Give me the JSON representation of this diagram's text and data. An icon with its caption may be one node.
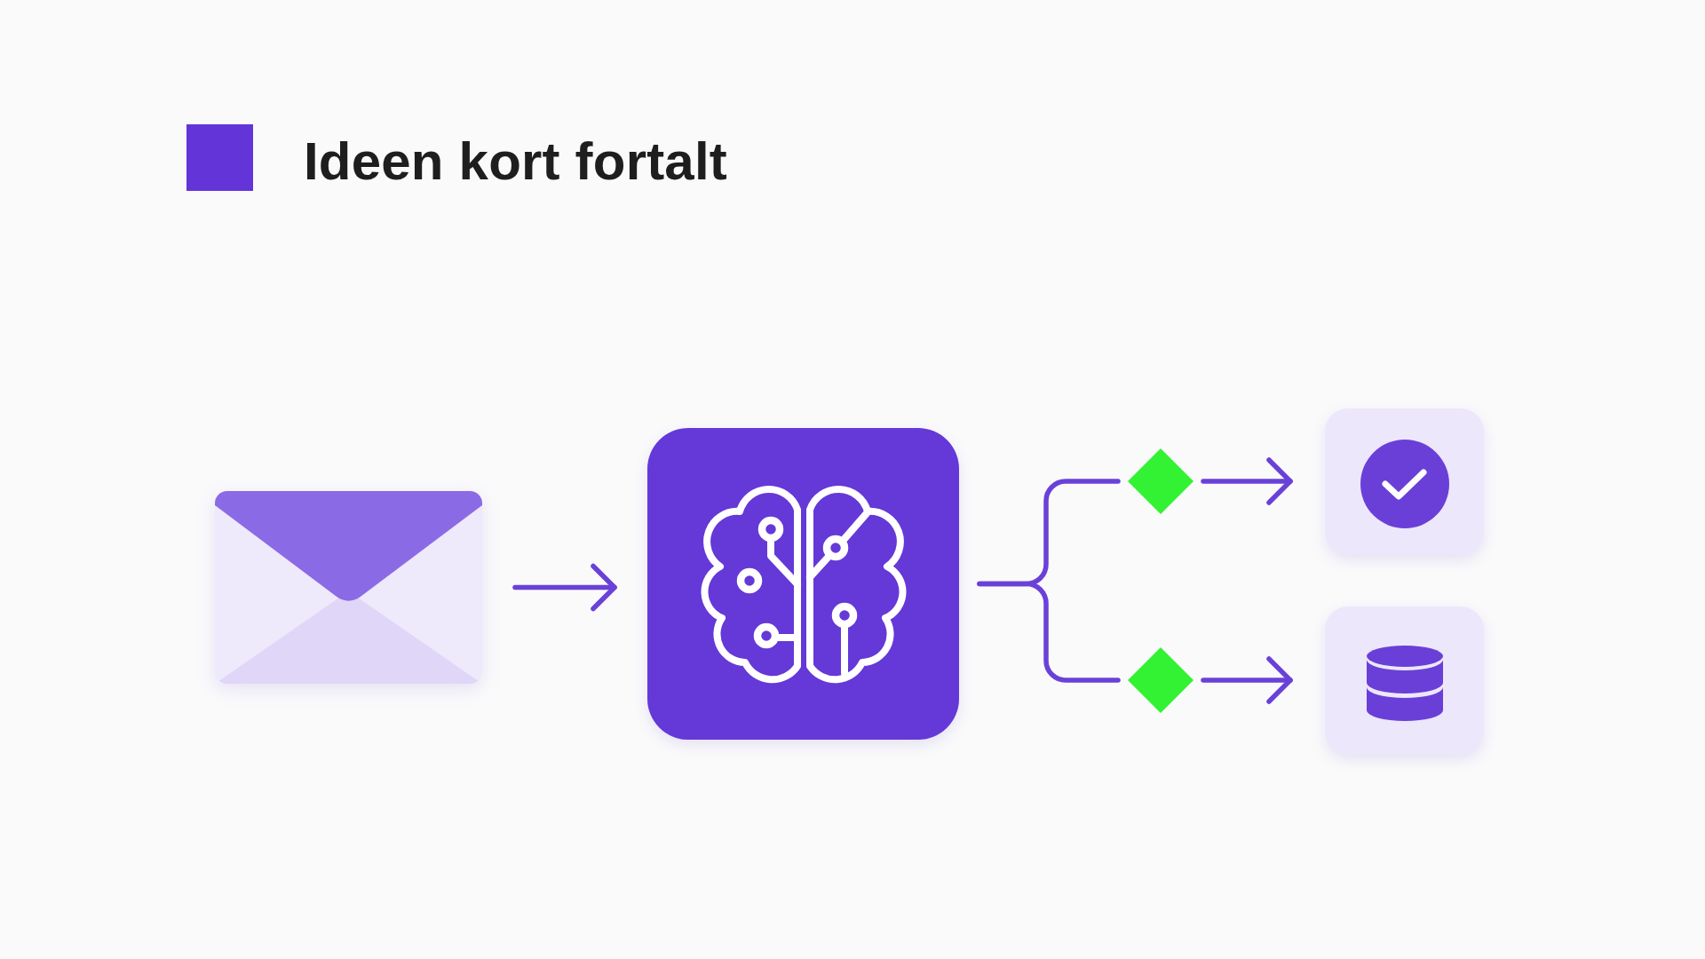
{
  "diagram": {
    "title": "Ideen kort fortalt",
    "nodes": [
      {
        "text": [],
        "shape": "picture"
      },
      {
        "text": [],
        "shape": "box"
      },
      {
        "text": [],
        "shape": "diamond"
      },
      {
        "text": [],
        "shape": "diamond"
      },
      {
        "text": [],
        "shape": "box"
      },
      {
        "text": [],
        "shape": "box"
      }
    ],
    "edges": [
      {
        "from": 0,
        "to": 1,
        "arrow": "to"
      },
      {
        "from": 1,
        "to": 2,
        "arrow": "none"
      },
      {
        "from": 1,
        "to": 3,
        "arrow": "none"
      },
      {
        "from": 2,
        "to": 4,
        "arrow": "to"
      },
      {
        "from": 3,
        "to": 5,
        "arrow": "to"
      }
    ]
  }
}
